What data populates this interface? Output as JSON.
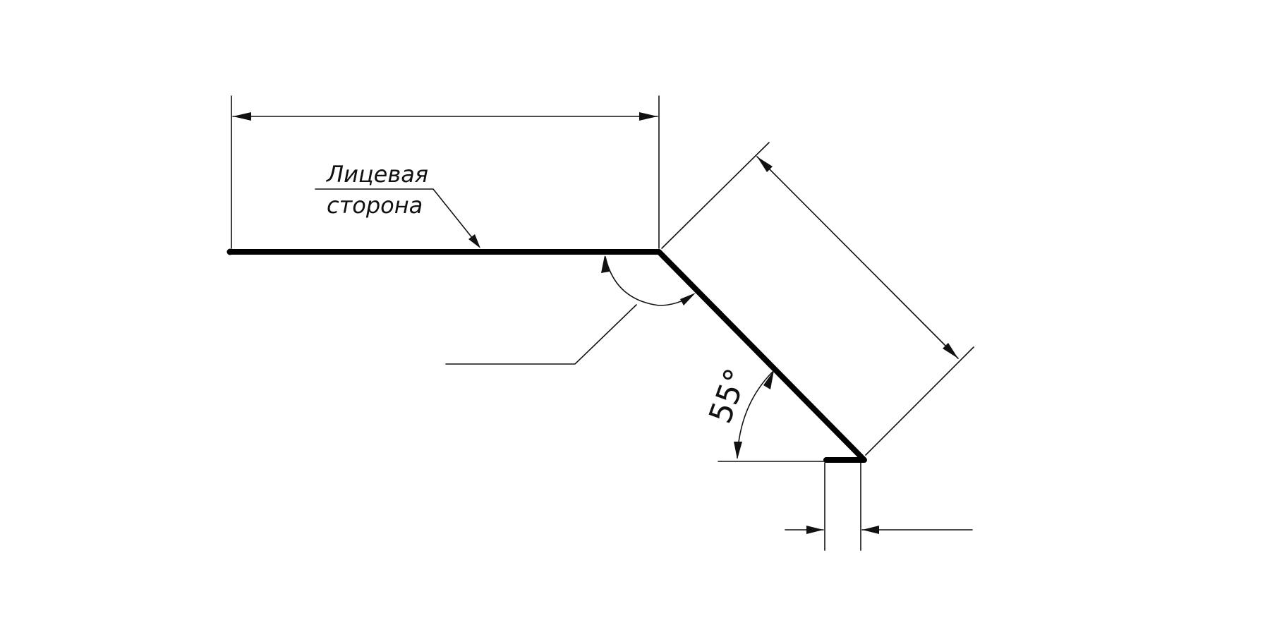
{
  "diagram": {
    "labels": {
      "face_side_line1": "Лицевая",
      "face_side_line2": "сторона",
      "bend_angle": "55°"
    },
    "colors": {
      "profile": "#000000",
      "lines": "#111111",
      "background": "#ffffff"
    }
  }
}
